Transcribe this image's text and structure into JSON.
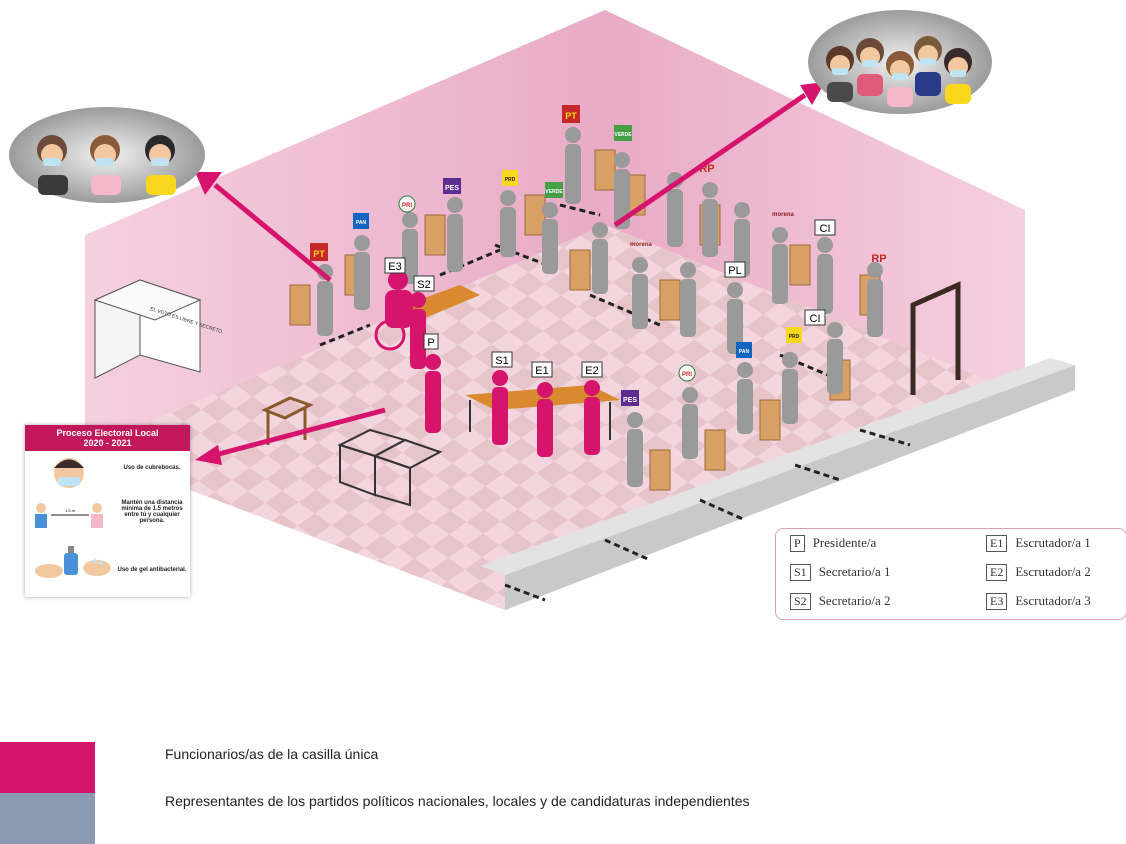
{
  "poster": {
    "title": "Proceso Electoral Local",
    "years": "2020 - 2021",
    "rule1": "Uso de cubrebocas.",
    "rule2": "Mantén una distancia mínima de 1.5 metros entre tú y cualquier persona.",
    "distance": "1.5 m",
    "rule3": "Uso de gel antibacterial."
  },
  "booth": {
    "line1": "EL VOTO ES LIBRE Y SECRETO"
  },
  "markers": {
    "e3": "E3",
    "s2": "S2",
    "p": "P",
    "s1": "S1",
    "e1": "E1",
    "e2": "E2",
    "pl": "PL",
    "ci1": "CI",
    "ci2": "CI"
  },
  "party_logos": {
    "pt": "PT",
    "pes": "PES",
    "rp": "RP",
    "morena": "morena",
    "pan": "PAN",
    "pri": "PRI",
    "prd": "PRD",
    "verde": "VERDE"
  },
  "roles": [
    {
      "code": "P",
      "label": "Presidente/a"
    },
    {
      "code": "E1",
      "label": "Escrutador/a 1"
    },
    {
      "code": "S1",
      "label": "Secretario/a 1"
    },
    {
      "code": "E2",
      "label": "Escrutador/a 2"
    },
    {
      "code": "S2",
      "label": "Secretario/a 2"
    },
    {
      "code": "E3",
      "label": "Escrutador/a 3"
    }
  ],
  "legend": {
    "officials": "Funcionarios/as de la casilla única",
    "representatives": "Representantes de los partidos políticos nacionales, locales y de candidaturas independientes"
  },
  "colors": {
    "officials": "#d6146e",
    "representatives": "#8c99b3",
    "wall": "#e8a6c4",
    "arrow": "#d6146e"
  }
}
